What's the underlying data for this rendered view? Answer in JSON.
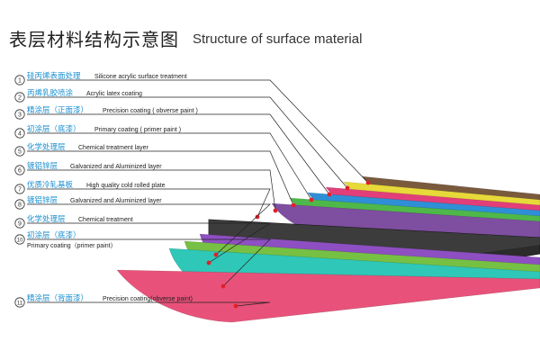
{
  "header": {
    "title_cn": "表层材料结构示意图",
    "title_en": "Structure of surface material"
  },
  "layers": [
    {
      "num": "1",
      "label_cn": "硅丙烯表面处理",
      "label_en": "Silicone acrylic surface treatment",
      "color": "#7a5a3c"
    },
    {
      "num": "2",
      "label_cn": "丙烯乳胶喷涂",
      "label_en": "Acrylic latex coating",
      "color": "#e7d93a"
    },
    {
      "num": "3",
      "label_cn": "精涂层（正面漆）",
      "label_en": "Precision coating ( obverse paint )",
      "color": "#e23f7a"
    },
    {
      "num": "4",
      "label_cn": "初涂层（底漆）",
      "label_en": "Primary coating ( primer paint )",
      "color": "#2f8fd6"
    },
    {
      "num": "5",
      "label_cn": "化学处理层",
      "label_en": "Chemical treatment layer",
      "color": "#4fb84a"
    },
    {
      "num": "6",
      "label_cn": "镀铝锌层",
      "label_en": "Galvanized and Aluminized layer",
      "color": "#7e4ea0"
    },
    {
      "num": "7",
      "label_cn": "优质冷轧基板",
      "label_en": "High quality cold rolled plate",
      "color": "#2b2b2b"
    },
    {
      "num": "8",
      "label_cn": "镀铝锌层",
      "label_en": "Galvanized and Aluminized layer",
      "color": "#8e4fc2"
    },
    {
      "num": "9",
      "label_cn": "化学处理层",
      "label_en": "Chemical treatment",
      "color": "#76c043"
    },
    {
      "num": "10",
      "label_cn": "初涂层（底漆）",
      "label_en": "Primary coating（primer paint）",
      "color": "#2fc7b8"
    },
    {
      "num": "11",
      "label_cn": "精涂层（背面漆）",
      "label_en": "Precision coating(obverse paint)",
      "color": "#e8527a"
    }
  ]
}
